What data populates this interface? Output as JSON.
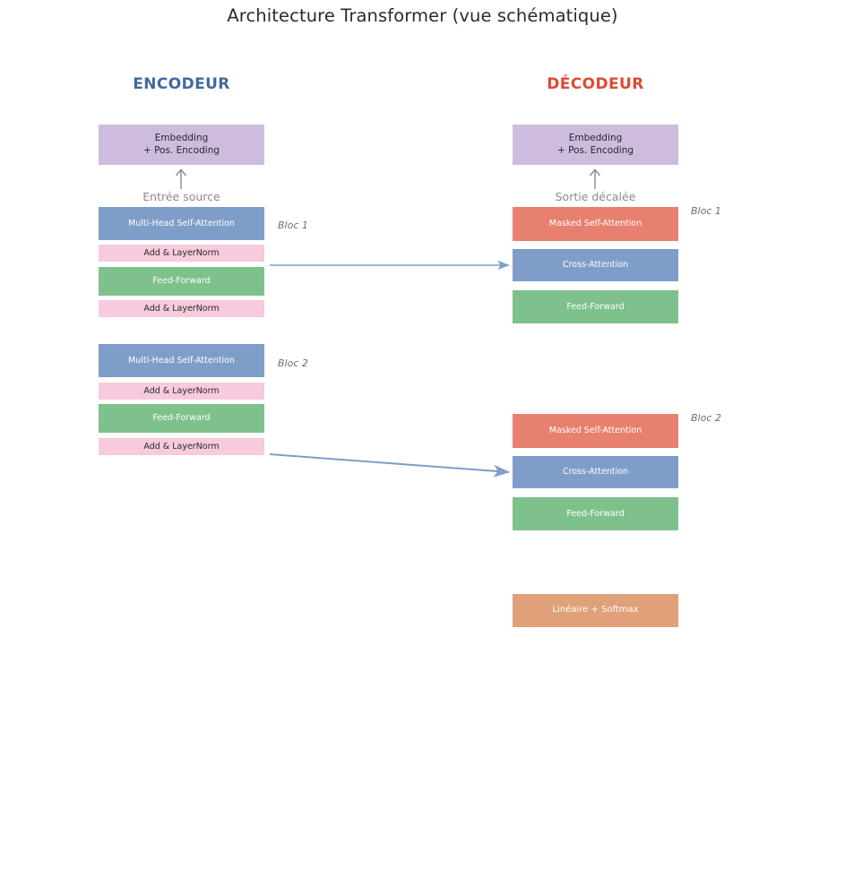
{
  "title": "Architecture Transformer (vue schématique)",
  "columns": {
    "encoder": {
      "heading": "ENCODEUR",
      "color": "#41699f"
    },
    "decoder": {
      "heading": "DÉCODEUR",
      "color": "#dd4a32"
    }
  },
  "palette": {
    "embedding_purple": "#cdbcdd",
    "attention_blue": "#7f9dc9",
    "norm_pink": "#f7cadd",
    "feedforward_green": "#7ec18c",
    "masked_salmon": "#e8806f",
    "output_orange": "#e0a07a",
    "arrow_blue": "#7f9dc9",
    "muted_text": "#8a8a8a"
  },
  "encoder": {
    "embedding": {
      "line1": "Embedding",
      "line2": "+ Pos. Encoding"
    },
    "input_label": "Entrée source",
    "up_arrow_icon": "arrow-up-icon",
    "blocks": [
      {
        "label": "Bloc 1",
        "layers": [
          {
            "name": "Multi-Head Self-Attention",
            "kind": "attention"
          },
          {
            "name": "Add & LayerNorm",
            "kind": "norm"
          },
          {
            "name": "Feed-Forward",
            "kind": "feedforward"
          },
          {
            "name": "Add & LayerNorm",
            "kind": "norm"
          }
        ]
      },
      {
        "label": "Bloc 2",
        "layers": [
          {
            "name": "Multi-Head Self-Attention",
            "kind": "attention"
          },
          {
            "name": "Add & LayerNorm",
            "kind": "norm"
          },
          {
            "name": "Feed-Forward",
            "kind": "feedforward"
          },
          {
            "name": "Add & LayerNorm",
            "kind": "norm"
          }
        ]
      }
    ]
  },
  "decoder": {
    "embedding": {
      "line1": "Embedding",
      "line2": "+ Pos. Encoding"
    },
    "input_label": "Sortie décalée",
    "up_arrow_icon": "arrow-up-icon",
    "blocks": [
      {
        "label": "Bloc 1",
        "layers": [
          {
            "name": "Masked Self-Attention",
            "kind": "masked"
          },
          {
            "name": "Cross-Attention",
            "kind": "attention"
          },
          {
            "name": "Feed-Forward",
            "kind": "feedforward"
          }
        ]
      },
      {
        "label": "Bloc 2",
        "layers": [
          {
            "name": "Masked Self-Attention",
            "kind": "masked"
          },
          {
            "name": "Cross-Attention",
            "kind": "attention"
          },
          {
            "name": "Feed-Forward",
            "kind": "feedforward"
          }
        ]
      }
    ],
    "output": {
      "name": "Linéaire + Softmax"
    }
  },
  "connectors": [
    {
      "name": "encoder-block1-to-decoder-cross-attention-1"
    },
    {
      "name": "encoder-block2-to-decoder-cross-attention-2"
    }
  ]
}
